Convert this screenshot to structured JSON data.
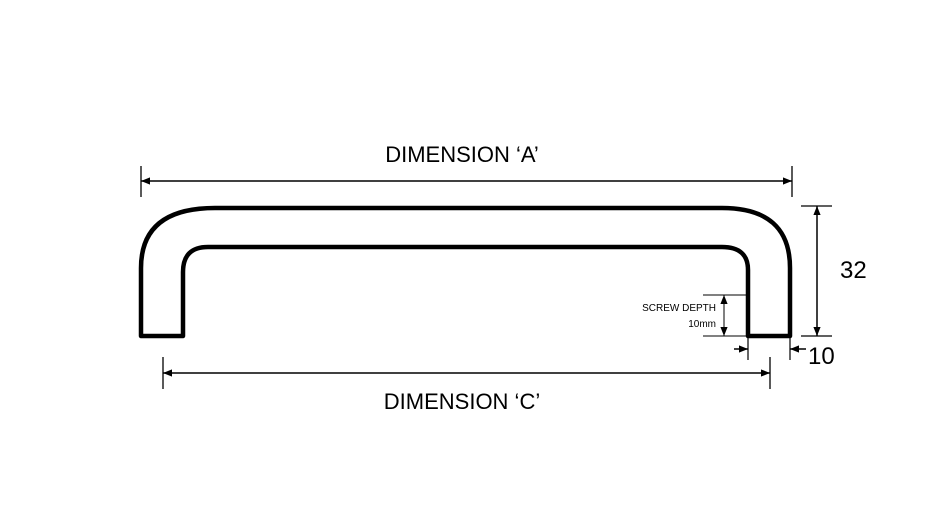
{
  "labels": {
    "dimension_a": "DIMENSION ‘A’",
    "dimension_c": "DIMENSION ‘C’",
    "height": "32",
    "leg_width": "10",
    "screw_depth_title": "SCREW DEPTH",
    "screw_depth_value": "10mm"
  },
  "colors": {
    "line": "#000000",
    "background": "#ffffff"
  }
}
